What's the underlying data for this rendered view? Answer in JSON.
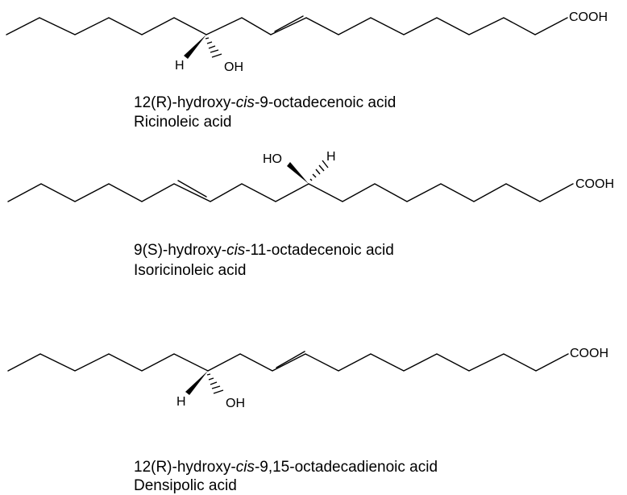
{
  "structures": [
    {
      "id": "ricinoleic",
      "atoms": {
        "acid": "COOH",
        "h": "H",
        "oh": "OH"
      },
      "caption": {
        "iupac_pre": "12(R)-hydroxy-",
        "iupac_italic": "cis",
        "iupac_post": "-9-octadecenoic acid",
        "common": "Ricinoleic acid"
      }
    },
    {
      "id": "isoricinoleic",
      "atoms": {
        "acid": "COOH",
        "h": "H",
        "oh": "HO"
      },
      "caption": {
        "iupac_pre": "9(S)-hydroxy-",
        "iupac_italic": "cis",
        "iupac_post": "-11-octadecenoic acid",
        "common": "Isoricinoleic acid"
      }
    },
    {
      "id": "densipolic",
      "atoms": {
        "acid": "COOH",
        "h": "H",
        "oh": "OH"
      },
      "caption": {
        "iupac_pre": "12(R)-hydroxy-",
        "iupac_italic": "cis",
        "iupac_post": "-9,15-octadecadienoic acid",
        "common": "Densipolic acid"
      }
    }
  ]
}
